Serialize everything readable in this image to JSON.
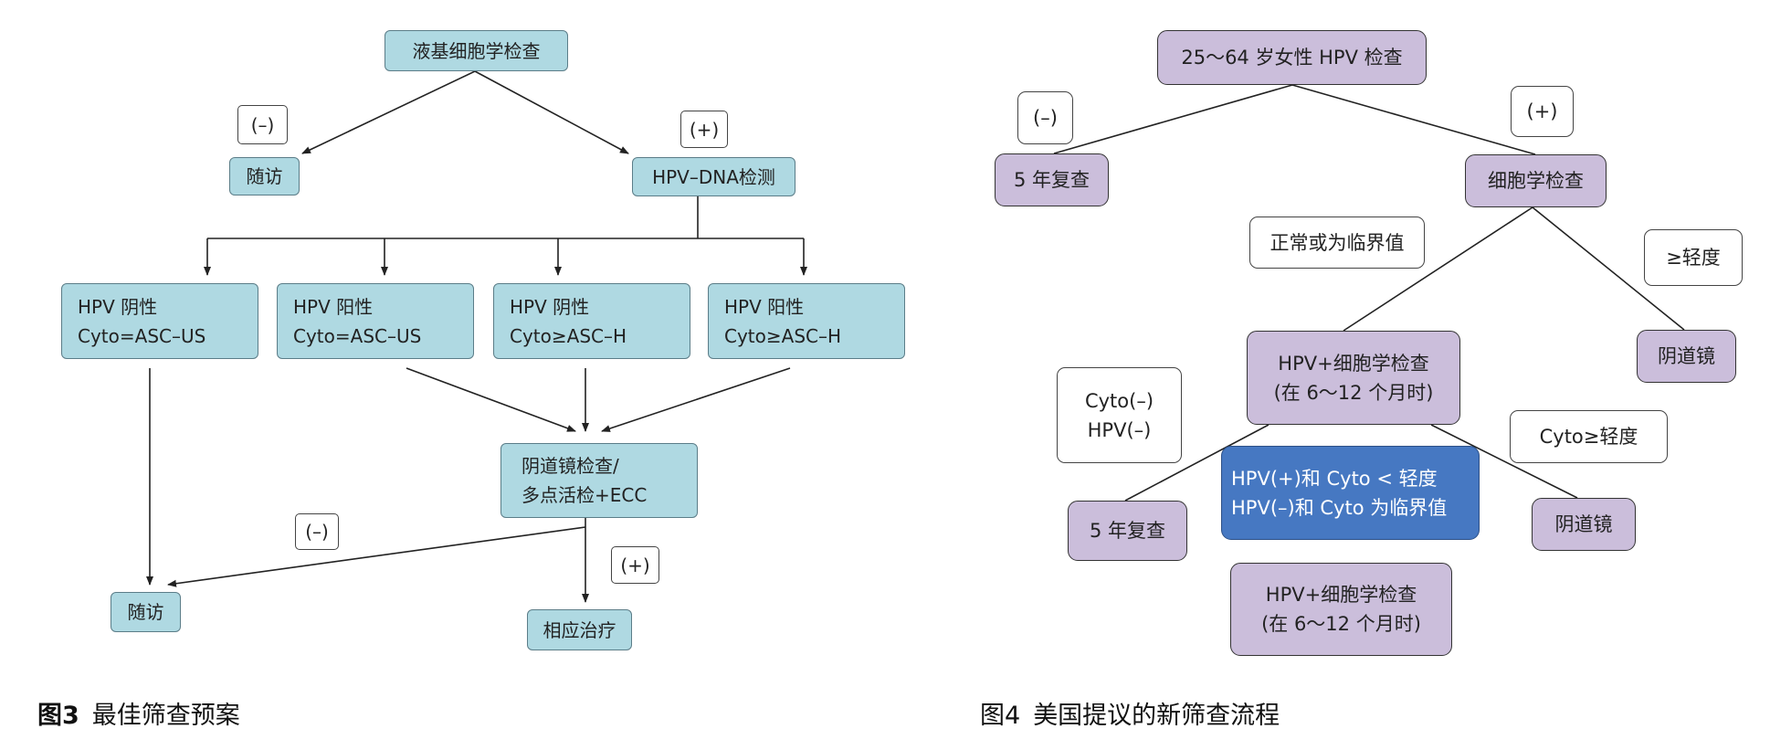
{
  "figure3": {
    "top_box": "液基细胞学检查",
    "neg_label_1": "(–)",
    "followup_1": "随访",
    "pos_label_1": "(+)",
    "hpv_dna_test": "HPV–DNA检测",
    "branches": [
      {
        "line1": "HPV 阴性",
        "line2": "Cyto=ASC–US"
      },
      {
        "line1": "HPV 阳性",
        "line2": "Cyto=ASC–US"
      },
      {
        "line1": "HPV 阴性",
        "line2": "Cyto≥ASC–H"
      },
      {
        "line1": "HPV 阳性",
        "line2": "Cyto≥ASC–H"
      }
    ],
    "colposcopy": {
      "line1": "阴道镜检查/",
      "line2": "多点活检+ECC"
    },
    "neg_label_2": "(–)",
    "pos_label_2": "(+)",
    "followup_2": "随访",
    "treatment": "相应治疗",
    "caption_label": "图3",
    "caption_text": "最佳筛查预案"
  },
  "figure4": {
    "root": "25～64 岁女性 HPV 检查",
    "neg_label": "(–)",
    "pos_label": "(+)",
    "recheck_5yr_1": "5 年复查",
    "cytology": "细胞学检查",
    "normal_borderline": "正常或为临界值",
    "mild_or_worse": "≥轻度",
    "colposcopy_1": "阴道镜",
    "cotest_1": {
      "line1": "HPV+细胞学检查",
      "line2": "(在 6～12 个月时)"
    },
    "double_negative": {
      "line1": "Cyto(–)",
      "line2": "HPV(–)"
    },
    "cyto_mild_or_worse": "Cyto≥轻度",
    "intermediate": {
      "line1": "HPV(+)和 Cyto < 轻度",
      "line2": "HPV(–)和 Cyto 为临界值"
    },
    "recheck_5yr_2": "5 年复查",
    "colposcopy_2": "阴道镜",
    "cotest_2": {
      "line1": "HPV+细胞学检查",
      "line2": "(在 6～12 个月时)"
    },
    "caption_label": "图4",
    "caption_text": "美国提议的新筛查流程"
  },
  "colors": {
    "left_node_fill": "#afd9e2",
    "right_node_fill": "#cbbedb",
    "highlight_fill": "#4678c2"
  }
}
